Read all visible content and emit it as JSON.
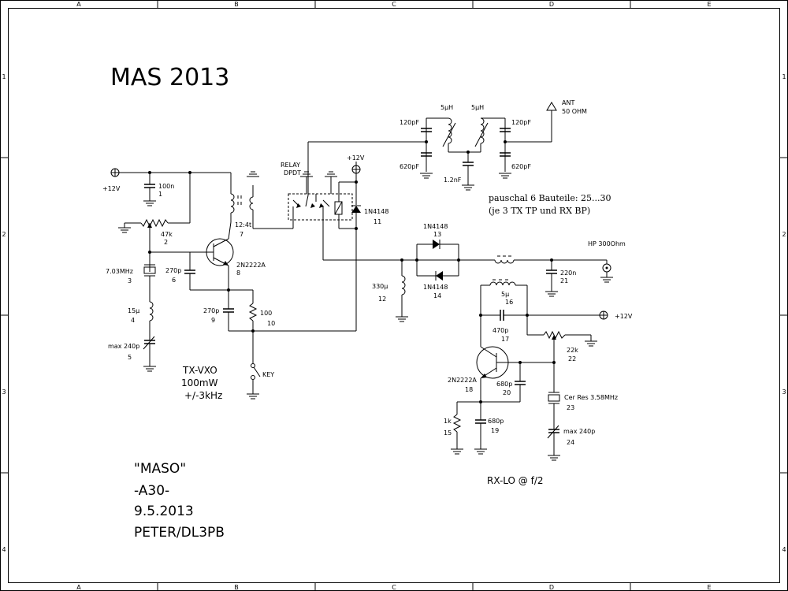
{
  "border": {
    "columns": [
      "A",
      "B",
      "C",
      "D",
      "E"
    ],
    "rows": [
      "1",
      "2",
      "3",
      "4"
    ]
  },
  "title": "MAS 2013",
  "info": {
    "line1": "\"MASO\"",
    "line2": "-A30-",
    "line3": "9.5.2013",
    "line4": "PETER/DL3PB"
  },
  "notes": {
    "txvxo": [
      "TX-VXO",
      "100mW",
      "+/-3kHz"
    ],
    "pauschal": [
      "pauschal 6 Bauteile: 25...30",
      "(je 3 TX TP und RX BP)"
    ],
    "rxlo": "RX-LO @ f/2"
  },
  "labels": {
    "plus12v_left": "+12V",
    "c1": [
      "100n",
      "1"
    ],
    "r2": [
      "47k",
      "2"
    ],
    "x3": [
      "7.03MHz",
      "3"
    ],
    "l4": [
      "15µ",
      "4"
    ],
    "c5": [
      "max 240p",
      "5"
    ],
    "c6": [
      "270p",
      "6"
    ],
    "t7": [
      "12:4t",
      "7"
    ],
    "q8": [
      "2N2222A",
      "8"
    ],
    "c9": [
      "270p",
      "9"
    ],
    "r10": [
      "100",
      "10"
    ],
    "key": "KEY",
    "relay": [
      "RELAY",
      "DPDT"
    ],
    "plus12v_relay": "+12V",
    "d11": [
      "1N4148",
      "11"
    ],
    "filter_top": [
      "5µH",
      "5µH"
    ],
    "filter_caps": [
      "120pF",
      "620pF",
      "1.2nF",
      "120pF",
      "620pF"
    ],
    "ant": [
      "ANT",
      "50 OHM"
    ],
    "d13": [
      "1N4148",
      "13"
    ],
    "d14": [
      "1N4148",
      "14"
    ],
    "l12": [
      "330µ",
      "12"
    ],
    "hp": "HP 300Ohm",
    "c21": [
      "220n",
      "21"
    ],
    "l16": [
      "5µ",
      "16"
    ],
    "plus12v_right": "+12V",
    "c17": [
      "470p",
      "17"
    ],
    "r22": [
      "22k",
      "22"
    ],
    "q18": [
      "2N2222A",
      "18"
    ],
    "c20": [
      "680p",
      "20"
    ],
    "x23": [
      "Cer Res 3.58MHz",
      "23"
    ],
    "r15": [
      "1k",
      "15"
    ],
    "c19": [
      "680p",
      "19"
    ],
    "c24": [
      "max 240p",
      "24"
    ]
  }
}
